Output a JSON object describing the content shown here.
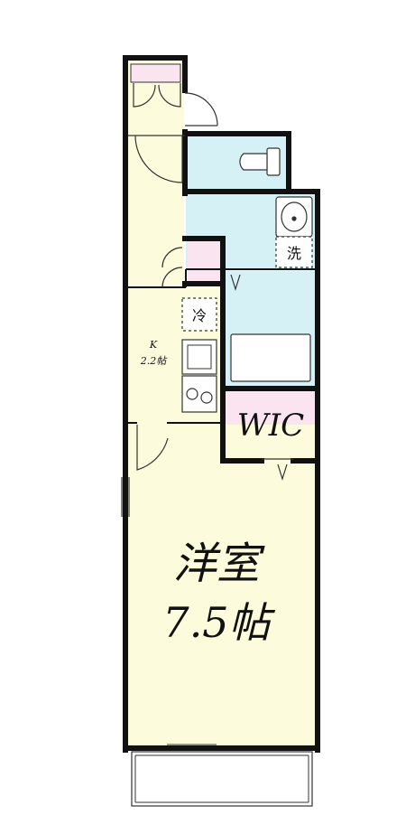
{
  "floorplan": {
    "rooms": {
      "western_room": {
        "name": "洋室",
        "size": "7.5帖"
      },
      "kitchen": {
        "name": "K",
        "size": "2.2帖"
      },
      "walk_in_closet": {
        "name": "WIC"
      }
    },
    "fixtures": {
      "fridge_space": "冷",
      "washer_space": "洗"
    },
    "colors": {
      "room_fill": "#fcfcdc",
      "wet_area_fill": "#d6f1f5",
      "closet_fill": "#fae4ef",
      "wall": "#111111"
    }
  }
}
